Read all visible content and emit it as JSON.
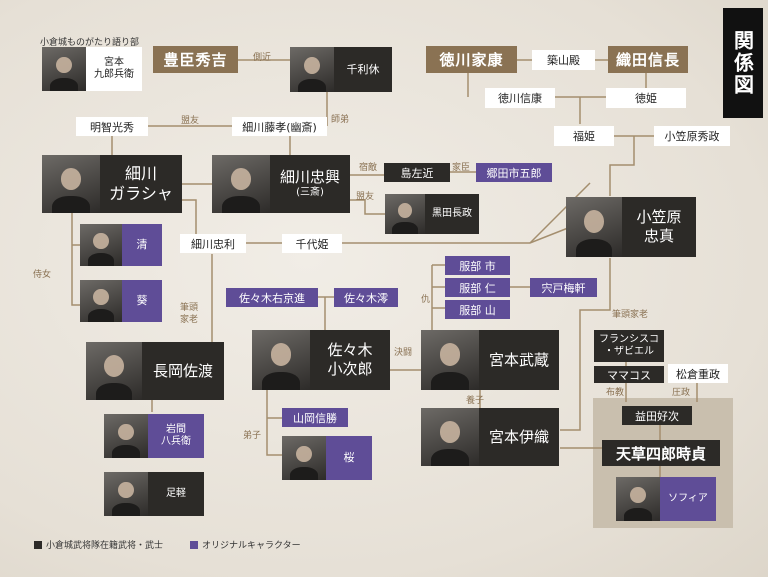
{
  "title": "関係図",
  "colors": {
    "gold": "#8a7253",
    "dark": "#2c2a27",
    "purple": "#5f4d97",
    "line": "#a48e6e"
  },
  "top_caption": "小倉城ものがたり語り部",
  "people": {
    "miyamoto_kurobee": "宮本\n九郎兵衛",
    "toyotomi": "豊臣秀吉",
    "sennorikyu": "千利休",
    "tokugawa_ieyasu": "徳川家康",
    "tsukiyama": "築山殿",
    "oda": "織田信長",
    "tokugawa_nobuyasu": "徳川信康",
    "tokuhime": "徳姫",
    "akechi": "明智光秀",
    "hosokawa_fujitaka": "細川藤孝(幽斎)",
    "fukuhime": "福姫",
    "ogasawara_hidemasa": "小笠原秀政",
    "gracia": "細川\nガラシャ",
    "tadaoki": "細川忠興",
    "tadaoki_sub": "(三斎)",
    "shima_sakon": "島左近",
    "goto": "郷田市五郎",
    "kuroda": "黒田長政",
    "ogasawara_tadazane": "小笠原\n忠真",
    "kiyo": "清",
    "tadatoshi": "細川忠利",
    "chiyohime": "千代姫",
    "aoi": "葵",
    "hattori_ichi": "服部 市",
    "hattori_jin": "服部 仁",
    "hattori_yama": "服部 山",
    "shishido": "宍戸梅軒",
    "sasaki_ukyo": "佐々木右京進",
    "sasaki_mio": "佐々木澪",
    "nagaoka": "長岡佐渡",
    "kojiro": "佐々木\n小次郎",
    "musashi": "宮本武蔵",
    "xavier": "フランシスコ\n・ザビエル",
    "mamakos": "ママコス",
    "matsukura": "松倉重政",
    "yamaoka": "山岡信勝",
    "iori": "宮本伊織",
    "masuda": "益田好次",
    "iwama": "岩間\n八兵衛",
    "sakura": "桜",
    "amakusa": "天草四郎時貞",
    "ashigaru": "足軽",
    "sophia": "ソフィア"
  },
  "relations": {
    "sokkin": "側近",
    "tomo": "盟友",
    "shitei": "師弟",
    "shukuteki": "宿敵",
    "karai": "家臣",
    "meiyu": "盟友",
    "jijo": "侍女",
    "hittou": "筆頭\n家老",
    "ada": "仇",
    "kettou": "決闘",
    "hittou2": "筆頭家老",
    "fukyo": "布教",
    "assei": "圧政",
    "deshi": "弟子",
    "youshi": "養子"
  },
  "legend": {
    "samurai": "小倉城武将隊在籍武将・武士",
    "original": "オリジナルキャラクター"
  }
}
